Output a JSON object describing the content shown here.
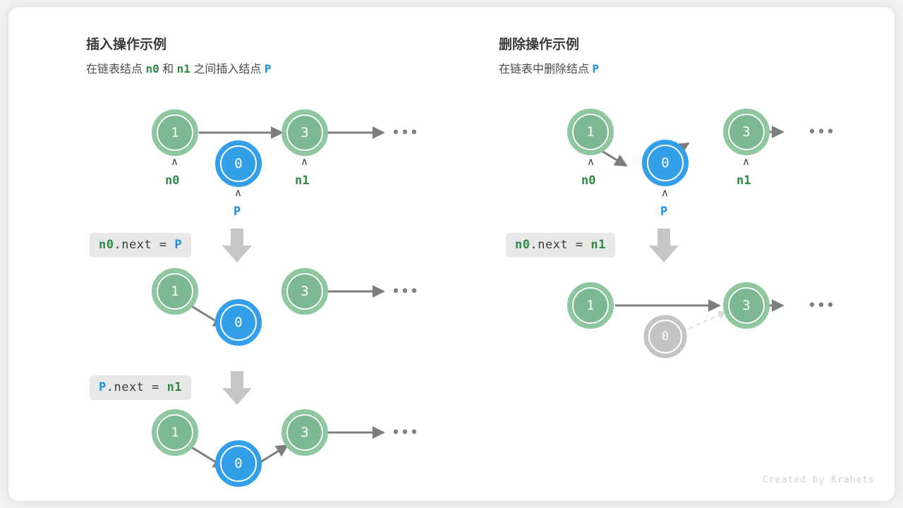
{
  "footer": {
    "credit": "Created by Krahets"
  },
  "colors": {
    "node_green_fill": "#7cb993",
    "node_green_ring": "#8fc79f",
    "node_blue_fill": "#329fe8",
    "node_blue_ring": "#329fe8",
    "node_gray_fill": "#c4c4c4",
    "node_gray_ring": "#c4c4c4",
    "arrow_gray": "#7d7d7d",
    "arrow_dashed": "#dcdcdc",
    "step_arrow": "#c6c6c6",
    "code_bg": "#e8e8e8",
    "accent_green": "#2e8b45",
    "accent_blue": "#1a8fe3",
    "card_bg": "#ffffff",
    "page_bg": "#f2f2f2"
  },
  "panels": [
    {
      "id": "insert",
      "title": "插入操作示例",
      "subtitle": {
        "parts": [
          {
            "text": "在链表结点 ",
            "style": "plain"
          },
          {
            "text": "n0",
            "style": "green"
          },
          {
            "text": " 和 ",
            "style": "plain"
          },
          {
            "text": "n1",
            "style": "green"
          },
          {
            "text": " 之间插入结点 ",
            "style": "plain"
          },
          {
            "text": "P",
            "style": "blue"
          }
        ],
        "plain_text": "在链表结点 n0 和 n1 之间插入结点 P"
      },
      "steps": [
        {
          "code": null,
          "nodes": [
            {
              "value": "1",
              "color": "green",
              "pointer": "n0",
              "pointer_color": "green"
            },
            {
              "value": "0",
              "color": "blue",
              "pointer": "P",
              "pointer_color": "blue"
            },
            {
              "value": "3",
              "color": "green",
              "pointer": "n1",
              "pointer_color": "green"
            }
          ],
          "tail_ellipsis": "•••"
        },
        {
          "code": {
            "tokens": [
              {
                "t": "n0",
                "c": "green"
              },
              {
                "t": ".next = ",
                "c": "plain"
              },
              {
                "t": "P",
                "c": "blue"
              }
            ],
            "plain_text": "n0.next = P"
          },
          "nodes": [
            {
              "value": "1",
              "color": "green"
            },
            {
              "value": "0",
              "color": "blue"
            },
            {
              "value": "3",
              "color": "green"
            }
          ],
          "tail_ellipsis": "•••"
        },
        {
          "code": {
            "tokens": [
              {
                "t": "P",
                "c": "blue"
              },
              {
                "t": ".next = ",
                "c": "plain"
              },
              {
                "t": "n1",
                "c": "green"
              }
            ],
            "plain_text": "P.next = n1"
          },
          "nodes": [
            {
              "value": "1",
              "color": "green"
            },
            {
              "value": "0",
              "color": "blue"
            },
            {
              "value": "3",
              "color": "green"
            }
          ],
          "tail_ellipsis": "•••"
        }
      ]
    },
    {
      "id": "delete",
      "title": "删除操作示例",
      "subtitle": {
        "parts": [
          {
            "text": "在链表中删除结点 ",
            "style": "plain"
          },
          {
            "text": "P",
            "style": "blue"
          }
        ],
        "plain_text": "在链表中删除结点 P"
      },
      "steps": [
        {
          "code": null,
          "nodes": [
            {
              "value": "1",
              "color": "green",
              "pointer": "n0",
              "pointer_color": "green"
            },
            {
              "value": "0",
              "color": "blue",
              "pointer": "P",
              "pointer_color": "blue"
            },
            {
              "value": "3",
              "color": "green",
              "pointer": "n1",
              "pointer_color": "green"
            }
          ],
          "tail_ellipsis": "•••"
        },
        {
          "code": {
            "tokens": [
              {
                "t": "n0",
                "c": "green"
              },
              {
                "t": ".next = ",
                "c": "plain"
              },
              {
                "t": "n1",
                "c": "green"
              }
            ],
            "plain_text": "n0.next = n1"
          },
          "nodes": [
            {
              "value": "1",
              "color": "green"
            },
            {
              "value": "0",
              "color": "gray"
            },
            {
              "value": "3",
              "color": "green"
            }
          ],
          "tail_ellipsis": "•••"
        }
      ]
    }
  ]
}
